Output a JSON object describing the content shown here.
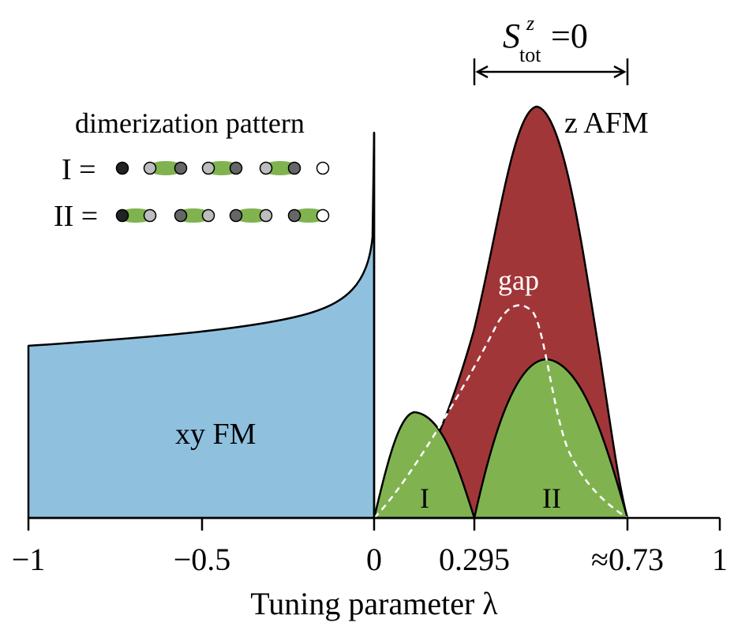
{
  "annotation": {
    "symbol": "S",
    "superscript": "z",
    "subscript": "tot",
    "relation": "=0"
  },
  "legend": {
    "title": "dimerization pattern",
    "pattern_I_label": "I =",
    "pattern_II_label": "II ="
  },
  "regions": {
    "xy_fm": "xy FM",
    "z_afm": "z AFM",
    "gap": "gap",
    "dome_I": "I",
    "dome_II": "II"
  },
  "axis": {
    "ticks": [
      "−1",
      "−0.5",
      "0",
      "0.295",
      "≈0.73",
      "1"
    ],
    "title": "Tuning parameter λ"
  },
  "colors": {
    "xy_fm": "#8fc1df",
    "z_afm": "#a13639",
    "domes": "#80b350",
    "dimer_bond": "#80b350",
    "site_black": "#222222",
    "site_dark": "#666666",
    "site_light": "#bdbdbd",
    "site_white": "#ffffff"
  }
}
